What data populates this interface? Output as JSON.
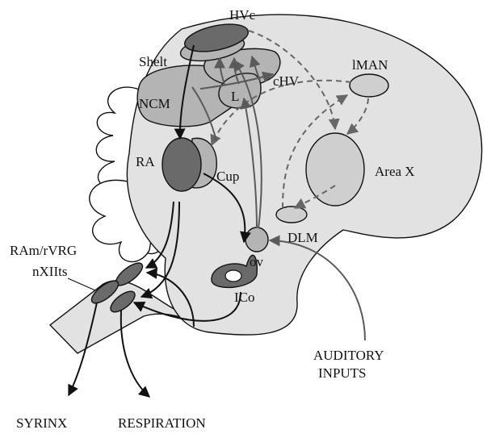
{
  "diagram": {
    "labels": {
      "hvc": "HVc",
      "shelt": "Shelt",
      "lman": "lMAN",
      "chv": "cHV",
      "ncm": "NCM",
      "field_l": "L",
      "ra": "RA",
      "cup": "Cup",
      "area_x": "Area X",
      "dlm": "DLM",
      "ov": "ov",
      "ram_rvrg": "RAm/rVRG",
      "nxiits": "nXIIts",
      "ico": "ICo",
      "auditory_line1": "AUDITORY",
      "auditory_line2": "INPUTS",
      "syrinx": "SYRINX",
      "respiration": "RESPIRATION"
    },
    "colors": {
      "brain_fill": "#e2e2e2",
      "region_light": "#cfcfcf",
      "region_mid": "#b4b4b4",
      "region_dark": "#6a6a6a",
      "motor_pathway": "#111111",
      "auditory_pathway": "#5a5a5a",
      "anterior_forebrain_pathway": "#666666"
    },
    "pathways": {
      "motor": "solid-black",
      "auditory": "solid-gray",
      "anterior_forebrain": "dashed-gray"
    }
  }
}
